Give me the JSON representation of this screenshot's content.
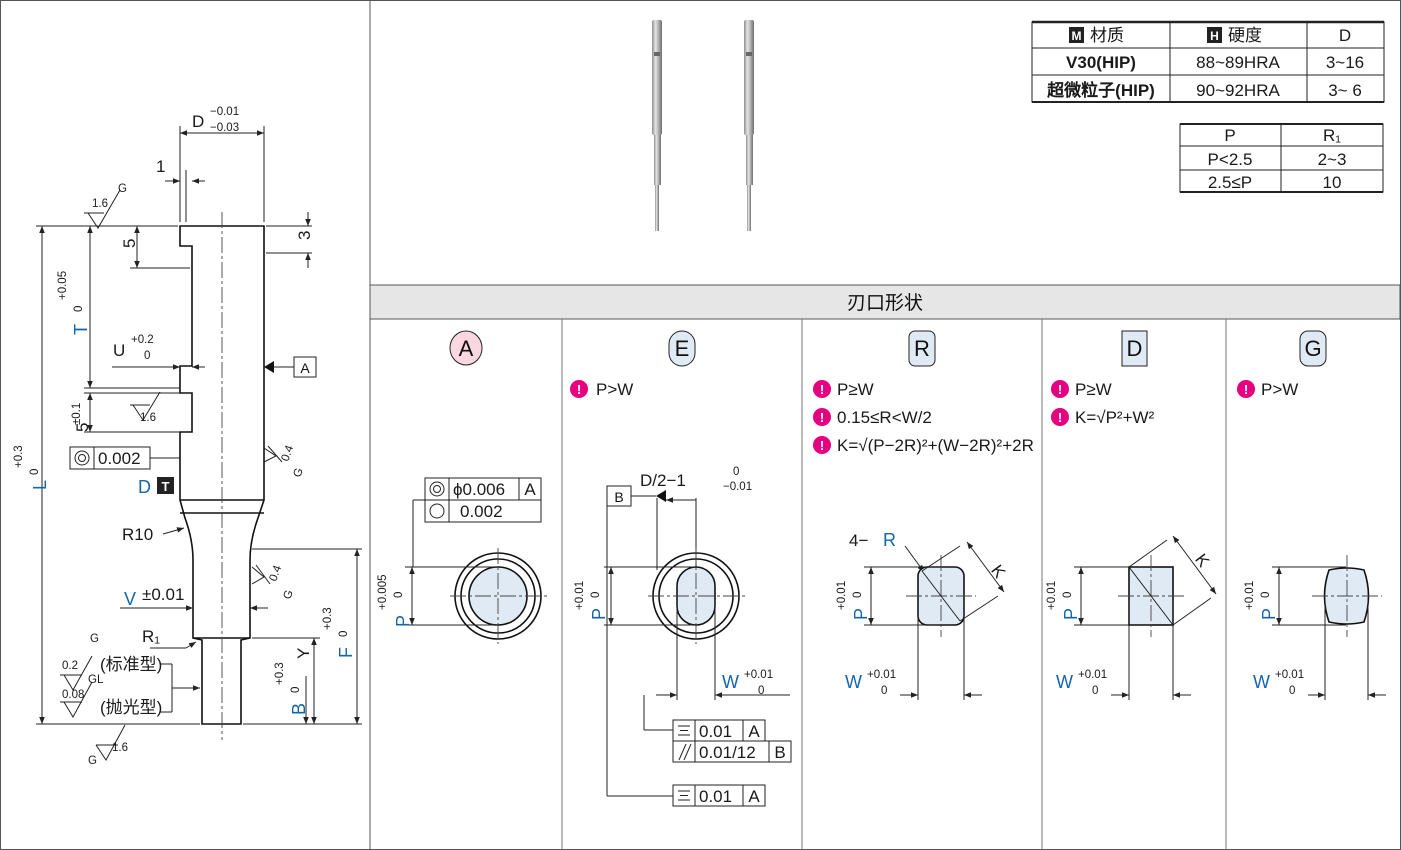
{
  "colors": {
    "accent_blue": "#1565a9",
    "note_magenta": "#e5007f",
    "fill_blue": "#dfeaf4",
    "fill_pink": "#fbd7e1",
    "band_gray": "#e6e6e6"
  },
  "section_title": "刃口形状",
  "material_table": {
    "headers": [
      {
        "badge": "M",
        "text": "材质"
      },
      {
        "badge": "H",
        "text": "硬度"
      },
      {
        "badge": "",
        "text": "D"
      }
    ],
    "rows": [
      [
        "V30(HIP)",
        "88~89HRA",
        "3~16"
      ],
      [
        "超微粒子(HIP)",
        "90~92HRA",
        "3~ 6"
      ]
    ]
  },
  "radius_table": {
    "headers": [
      "P",
      "R₁"
    ],
    "rows": [
      [
        "P<2.5",
        "2~3"
      ],
      [
        "2.5≤P",
        "10"
      ]
    ]
  },
  "main_drawing": {
    "labels": {
      "D_top": "D",
      "D_tol_u": "−0.01",
      "D_tol_l": "−0.03",
      "one": "1",
      "five": "5",
      "three": "3",
      "T": "T",
      "T_tol_u": "+0.05",
      "T_tol_l": "0",
      "U": "U",
      "U_tol_u": "+0.2",
      "U_tol_l": "0",
      "five_tol": "5",
      "five_tol_pm": "±0.1",
      "L": "L",
      "L_tol_u": "+0.3",
      "L_tol_l": "0",
      "rough_top": "1.6",
      "rough_top_g": "G",
      "rough_mid": "1.6",
      "rough_04a": "0.4",
      "rough_04a_g": "G",
      "rough_04b": "0.4",
      "rough_04b_g": "G",
      "rough_02": "0.2",
      "rough_02_g": "G",
      "rough_008": "0.08",
      "rough_008_g": "GL",
      "rough_bot": "1.6",
      "rough_bot_g": "G",
      "conc_value": "0.002",
      "D_mark": "D",
      "T_badge": "T",
      "datum_A": "A",
      "R10": "R10",
      "V": "V",
      "V_tol": "±0.01",
      "R1": "R₁",
      "std": "(标准型)",
      "polish": "(抛光型)",
      "Y": "Y",
      "B": "B",
      "B_tol_u": "+0.3",
      "B_tol_l": "0",
      "F": "F",
      "F_tol_u": "+0.3",
      "F_tol_l": "0"
    }
  },
  "shapes": [
    {
      "letter": "A",
      "notes": [],
      "labels": {
        "phi_val": "ϕ0.006",
        "datum": "A",
        "conc_val": "0.002",
        "P": "P",
        "P_tol_u": "+0.005",
        "P_tol_l": "0"
      }
    },
    {
      "letter": "E",
      "notes": [
        "P>W"
      ],
      "labels": {
        "dim_text": "D/2−1",
        "dim_tol_u": "0",
        "dim_tol_l": "−0.01",
        "datum_B": "B",
        "P": "P",
        "P_tol_u": "+0.01",
        "P_tol_l": "0",
        "W": "W",
        "W_tol_u": "+0.01",
        "W_tol_l": "0",
        "fcf1_val": "0.01",
        "fcf1_ref": "A",
        "fcf2_val": "0.01/12",
        "fcf2_ref": "B",
        "fcf3_val": "0.01",
        "fcf3_ref": "A"
      }
    },
    {
      "letter": "R",
      "notes": [
        "P≥W",
        "0.15≤R<W/2",
        "K=√(P−2R)²+(W−2R)²+2R"
      ],
      "labels": {
        "R_lead": "4−",
        "R_name": "R",
        "K": "K",
        "P": "P",
        "P_tol_u": "+0.01",
        "P_tol_l": "0",
        "W": "W",
        "W_tol_u": "+0.01",
        "W_tol_l": "0"
      }
    },
    {
      "letter": "D",
      "notes": [
        "P≥W",
        "K=√P²+W²"
      ],
      "labels": {
        "K": "K",
        "P": "P",
        "P_tol_u": "+0.01",
        "P_tol_l": "0",
        "W": "W",
        "W_tol_u": "+0.01",
        "W_tol_l": "0"
      }
    },
    {
      "letter": "G",
      "notes": [
        "P>W"
      ],
      "labels": {
        "P": "P",
        "P_tol_u": "+0.01",
        "P_tol_l": "0",
        "W": "W",
        "W_tol_u": "+0.01",
        "W_tol_l": "0"
      }
    }
  ]
}
